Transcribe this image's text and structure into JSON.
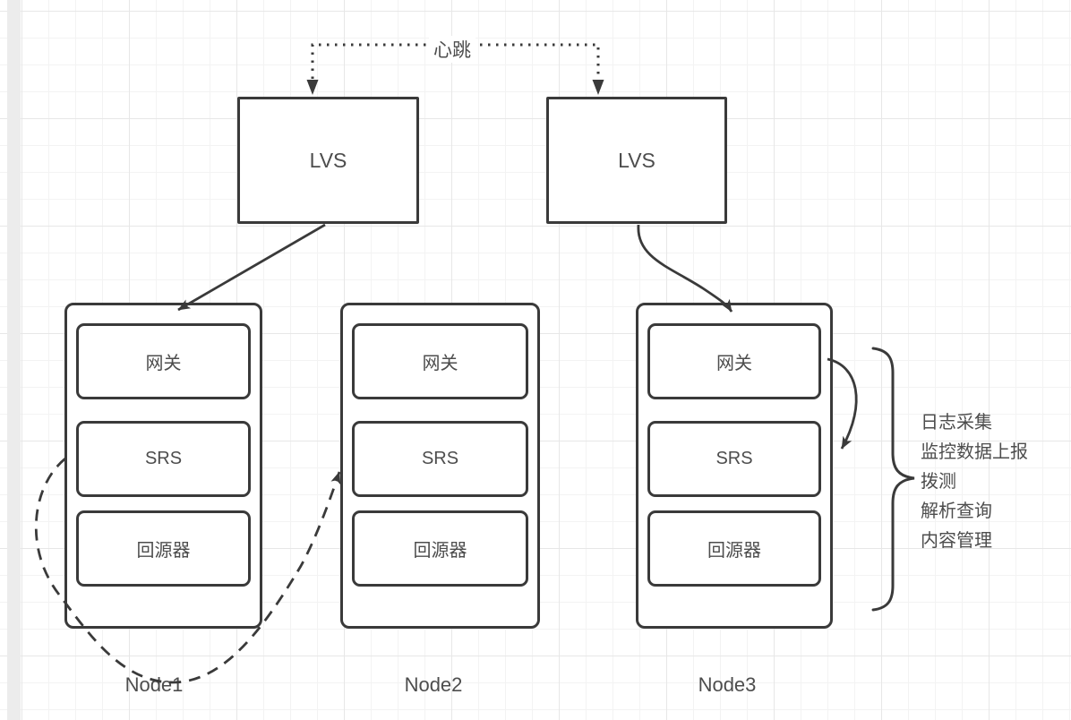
{
  "diagram": {
    "heartbeat_label": "心跳",
    "load_balancers": [
      {
        "label": "LVS"
      },
      {
        "label": "LVS"
      }
    ],
    "nodes": [
      {
        "name": "Node1",
        "components": [
          {
            "label": "网关"
          },
          {
            "label": "SRS"
          },
          {
            "label": "回源器"
          }
        ]
      },
      {
        "name": "Node2",
        "components": [
          {
            "label": "网关"
          },
          {
            "label": "SRS"
          },
          {
            "label": "回源器"
          }
        ]
      },
      {
        "name": "Node3",
        "components": [
          {
            "label": "网关"
          },
          {
            "label": "SRS"
          },
          {
            "label": "回源器"
          }
        ]
      }
    ],
    "side_annotation": {
      "lines": [
        "日志采集",
        "监控数据上报",
        "拨测",
        "解析查询",
        "内容管理"
      ]
    },
    "colors": {
      "stroke": "#3a3a3a",
      "text": "#4d4d4d",
      "grid_minor": "#f3f3f3",
      "grid_major": "#e7e7e7",
      "scroll_strip": "#ececec"
    }
  }
}
